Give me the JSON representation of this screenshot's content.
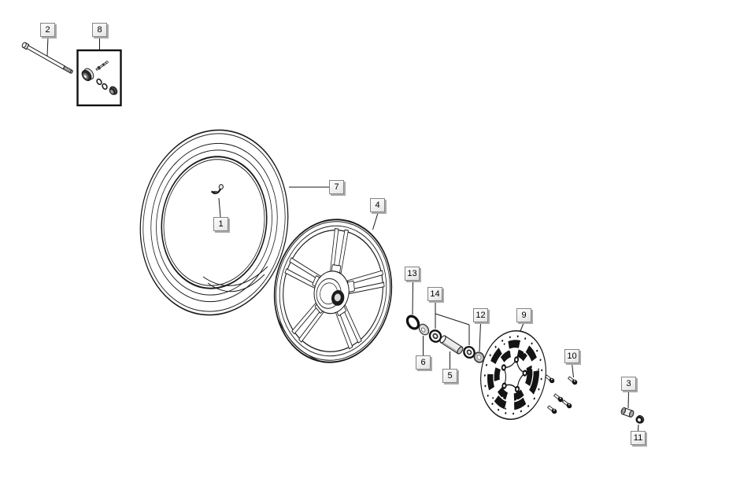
{
  "diagram": {
    "type": "exploded-parts-diagram",
    "subject": "front wheel assembly",
    "colors": {
      "background": "#ffffff",
      "line": "#1a1a1a",
      "callout_face": "#f2f2f2",
      "callout_border": "#848484",
      "callout_shadow": "#ababab",
      "metal_shade": "#c4c4c4",
      "dark_part": "#1c1c1c"
    },
    "callouts": [
      {
        "label": "1"
      },
      {
        "label": "2"
      },
      {
        "label": "3"
      },
      {
        "label": "4"
      },
      {
        "label": "5"
      },
      {
        "label": "6"
      },
      {
        "label": "7"
      },
      {
        "label": "8"
      },
      {
        "label": "9"
      },
      {
        "label": "10"
      },
      {
        "label": "11"
      },
      {
        "label": "12"
      },
      {
        "label": "13"
      },
      {
        "label": "14"
      }
    ]
  }
}
